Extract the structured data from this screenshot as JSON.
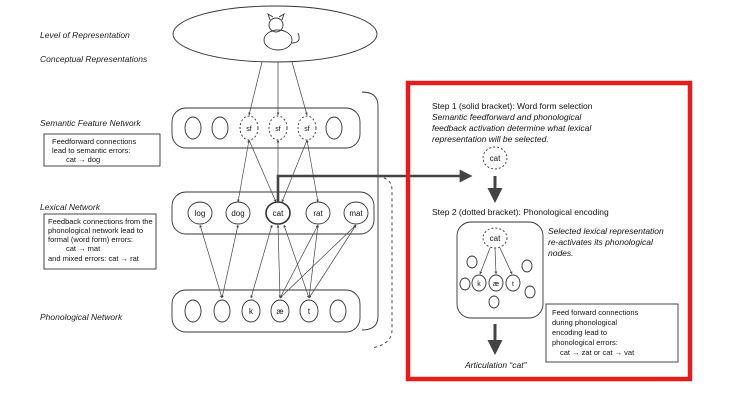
{
  "levels": {
    "title": "Level of Representation",
    "conceptual": "Conceptual Representations",
    "semantic": "Semantic Feature Network",
    "lexical": "Lexical Network",
    "phonological": "Phonological Network"
  },
  "semantic_note": {
    "lines": [
      "Feedforward connections",
      "lead to semantic errors:",
      "cat → dog"
    ]
  },
  "lexical_note": {
    "lines": [
      "Feedback connections from the",
      "phonological network lead to",
      "formal (word form) errors:",
      "cat → mat",
      "and mixed errors: cat → rat"
    ]
  },
  "semantic_nodes": [
    "sf",
    "sf",
    "sf"
  ],
  "lexical_nodes": [
    "log",
    "dog",
    "cat",
    "rat",
    "mat"
  ],
  "phon_nodes": [
    "k",
    "æ",
    "t"
  ],
  "right_panel": {
    "step1_title": "Step 1 (solid bracket): Word form selection",
    "step1_lines": [
      "Semantic feedforward and phonological",
      "feedback activation determine what lexical",
      "representation will be selected."
    ],
    "step1_node": "cat",
    "step2_title": "Step 2 (dotted bracket): Phonological encoding",
    "step2_lines": [
      "Selected lexical representation",
      "re-activates its phonological",
      "nodes."
    ],
    "step2_node": "cat",
    "step2_phon": [
      "k",
      "æ",
      "t"
    ],
    "ff_note": [
      "Feed forward connections",
      "during phonological",
      "encoding lead to",
      "phonological errors:",
      "cat → zat or cat → vat"
    ],
    "articulation": "Articulation “cat”"
  },
  "colors": {
    "highlight": "#e11d1d"
  }
}
